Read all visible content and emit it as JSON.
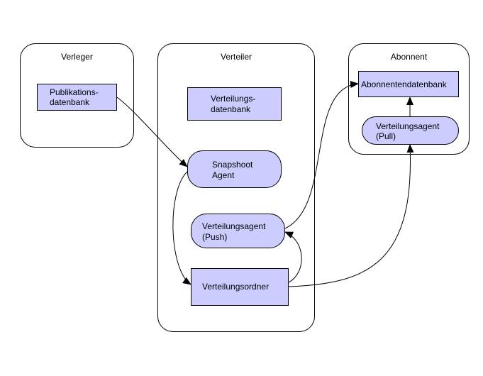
{
  "zones": {
    "publisher": {
      "title": "Verleger"
    },
    "distributor": {
      "title": "Verteiler"
    },
    "subscriber": {
      "title": "Abonnent"
    }
  },
  "nodes": {
    "publication_db": {
      "line1": "Publikations-",
      "line2": "datenbank"
    },
    "distribution_db": {
      "line1": "Verteilungs-",
      "line2": "datenbank"
    },
    "snapshot_agent": {
      "line1": "Snapshoot",
      "line2": "Agent"
    },
    "distribution_agent_push": {
      "line1": "Verteilungsagent",
      "line2": "(Push)"
    },
    "distribution_folder": {
      "label": "Verteilungsordner"
    },
    "subscriber_db": {
      "label": "Abonnentendatenbank"
    },
    "distribution_agent_pull": {
      "line1": "Verteilungsagent",
      "line2": "(Pull)"
    }
  },
  "colors": {
    "node_fill": "#ccccff",
    "stroke": "#000000"
  }
}
